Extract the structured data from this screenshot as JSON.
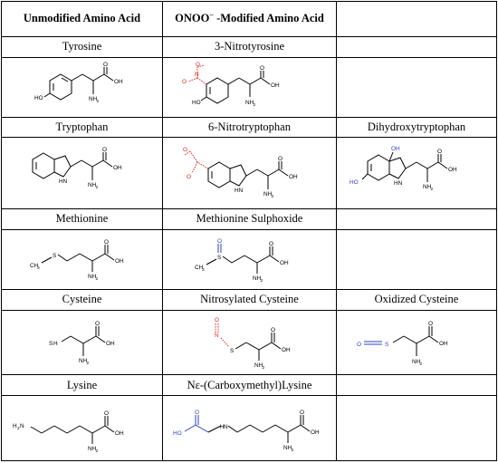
{
  "table": {
    "headers": {
      "unmodified": "Unmodified Amino Acid",
      "modified_prefix": "ONOO",
      "modified_charge": "−",
      "modified_suffix": " -Modified Amino Acid"
    },
    "rows": [
      {
        "unmodified": "Tyrosine",
        "modified": "3-Nitrotyrosine",
        "extra": ""
      },
      {
        "unmodified": "Tryptophan",
        "modified": "6-Nitrotryptophan",
        "extra": "Dihydroxytryptophan"
      },
      {
        "unmodified": "Methionine",
        "modified": "Methionine Sulphoxide",
        "extra": ""
      },
      {
        "unmodified": "Cysteine",
        "modified": "Nitrosylated Cysteine",
        "extra": "Oxidized Cysteine"
      },
      {
        "unmodified": "Lysine",
        "modified": "Nε-(Carboxymethyl)Lysine",
        "extra": ""
      }
    ]
  },
  "atoms": {
    "oh": "OH",
    "ho": "HO",
    "nh": "NH",
    "nh_sub": "2",
    "o": "O",
    "s": "S",
    "n": "N",
    "h2n": "H",
    "h2n_sub": "2",
    "h2n_tail": "N",
    "h": "H",
    "ch": "CH",
    "ch_sub": "3",
    "hn": "HN"
  },
  "colors": {
    "structure": "#000000",
    "nitro_highlight": "#e8201a",
    "oxygen_highlight": "#2b3fbf"
  }
}
